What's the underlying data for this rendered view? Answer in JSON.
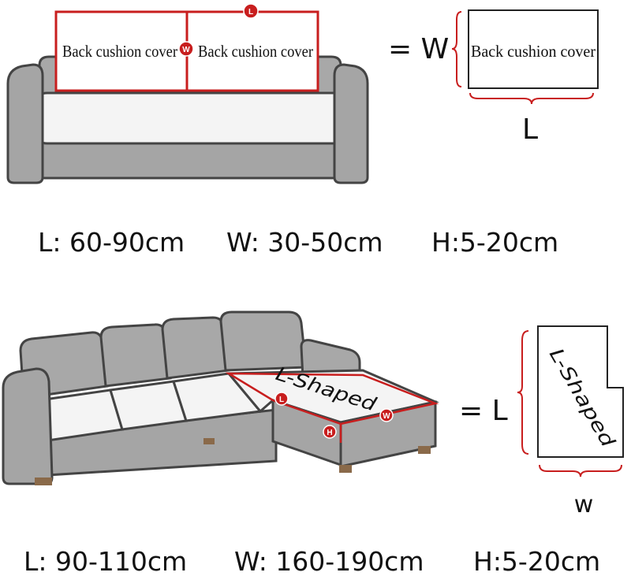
{
  "colors": {
    "sofa_fill": "#a5a5a5",
    "sofa_stroke": "#444444",
    "seat_fill": "#f4f4f4",
    "accent_red": "#c81e1e"
  },
  "top": {
    "cushion_label_1": "Back cushion cover",
    "cushion_label_2": "Back cushion cover",
    "badge_l": "L",
    "badge_w": "W",
    "equals_w": "= W",
    "panel_label": "Back cushion cover",
    "panel_l": "L",
    "dims": {
      "l": "L: 60-90cm",
      "w": "W: 30-50cm",
      "h": "H:5-20cm"
    }
  },
  "bottom": {
    "seat_label": "L-Shaped",
    "badge_l": "L",
    "badge_w": "W",
    "badge_h": "H",
    "equals_l": "= L",
    "panel_label": "L-Shaped",
    "panel_w": "w",
    "dims": {
      "l": "L: 90-110cm",
      "w": "W: 160-190cm",
      "h": "H:5-20cm"
    }
  }
}
